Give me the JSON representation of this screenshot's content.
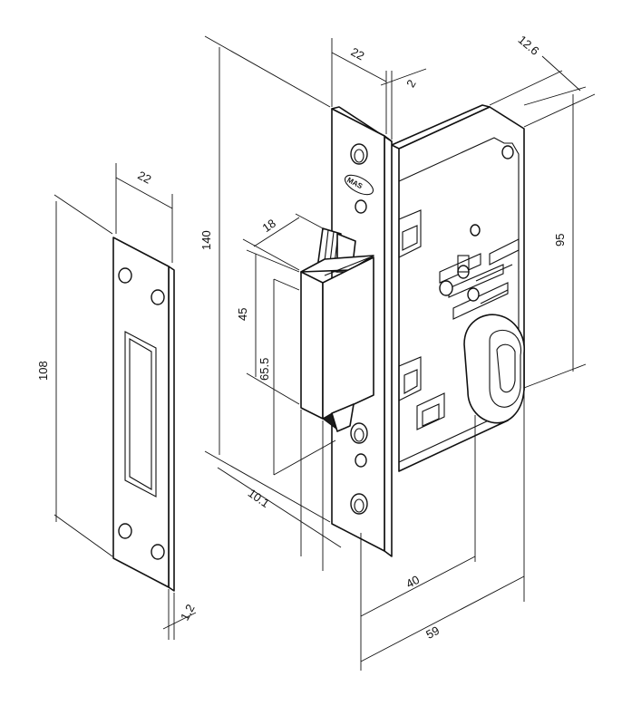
{
  "drawing": {
    "dimensions": {
      "strike_width": "22",
      "strike_height": "108",
      "strike_thickness": "1.2",
      "faceplate_width": "22",
      "faceplate_offset": "2",
      "case_depth_top": "12.6",
      "overall_height": "140",
      "bolt_width": "18",
      "bolt_height": "45",
      "bolt_center": "65.5",
      "cylinder_height": "95",
      "bolt_projection": "10.1",
      "backset": "40",
      "case_depth": "59"
    },
    "brand_logo": "MAS",
    "line_color": "#111111",
    "background": "#ffffff"
  }
}
